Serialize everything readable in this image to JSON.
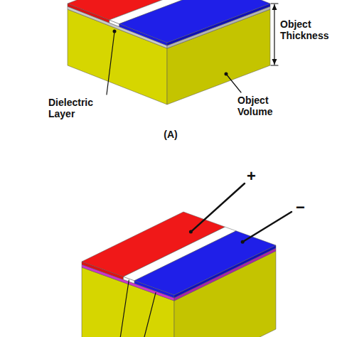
{
  "diagram": {
    "labels": [
      "Object Thickness",
      "Dielectric Layer",
      "Object Volume",
      "(A)",
      "+",
      "−"
    ]
  }
}
